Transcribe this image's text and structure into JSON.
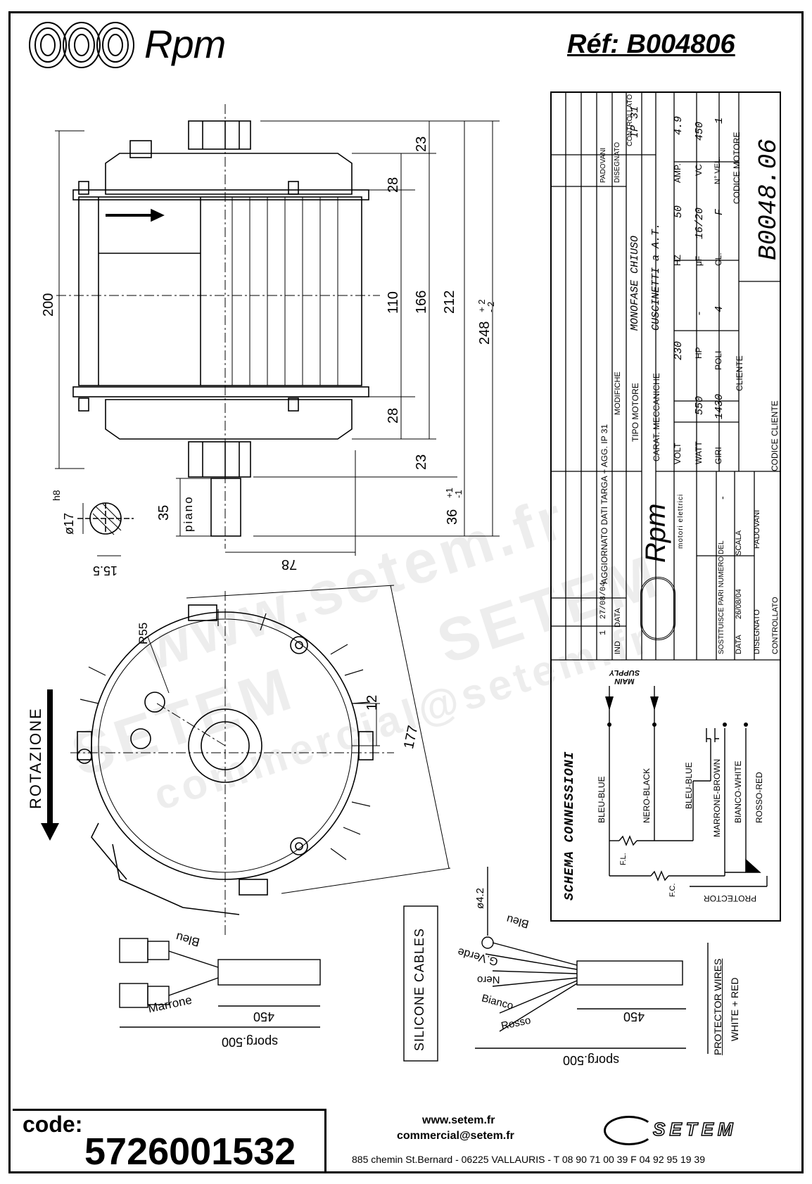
{
  "header": {
    "brand": "Rpm",
    "reference": "Réf:  B004806"
  },
  "dimensions": {
    "d23_top": "23",
    "d28_top": "28",
    "d110": "110",
    "d166": "166",
    "d212": "212",
    "d248": "248",
    "d248_tol": "+ 2\n- 2",
    "d28_bot": "28",
    "d23_bot": "23",
    "d200": "200",
    "d36": "36",
    "d36_tol": "+1\n-1",
    "d35": "35",
    "piano": "piano",
    "d78": "78",
    "shaft_dia": "ø17",
    "shaft_tol": "h8",
    "d15_5": "15.5",
    "r55": "R55",
    "d12": "12",
    "d177": "177",
    "rotazione": "ROTAZIONE"
  },
  "title_block": {
    "rev_no": "1",
    "rev_date": "27/08/04",
    "rev_desc": "AGGIORNATO DATI TARGA + AGG. IP 31",
    "col_ind": "IND",
    "col_data": "DATA",
    "col_modifiche": "MODIFICHE",
    "padovani": "PADOVANI",
    "disegnato": "DISEGNATO",
    "controllato": "CONTROLLATO",
    "tipo_motore_lbl": "TIPO MOTORE",
    "tipo_motore_val": "MONOFASE CHIUSO",
    "ip": "IP 31",
    "carat_lbl": "CARAT. MECCANICHE",
    "carat_val": "CUSCINETTI a A.T.",
    "volt_lbl": "VOLT",
    "volt_val": "230",
    "hz_lbl": "HZ",
    "hz_val": "50",
    "amp_lbl": "AMP.",
    "amp_val": "4.9",
    "watt_lbl": "WATT",
    "watt_val": "550",
    "hp_lbl": "HP",
    "hp_val": "-",
    "uf_lbl": "μF",
    "uf_val": "16/20",
    "vc_lbl": "VC",
    "vc_val": "450",
    "giri_lbl": "GIRI",
    "giri_val": "1430",
    "poli_lbl": "POLI",
    "poli_val": "4",
    "cl_lbl": "CL.",
    "cl_val": "F",
    "nvel_lbl": "N° VEL.",
    "nvel_val": "1",
    "cliente_lbl": "CLIENTE",
    "codice_motore_lbl": "CODICE MOTORE",
    "codice_motore_val": "B0048.06",
    "codice_cliente_lbl": "CODICE CLIENTE",
    "logo_brand": "Rpm",
    "logo_sub": "motori elettrici",
    "sostituisce": "SOSTITUISCE PARI NUMERO DEL",
    "sostituisce_val": "-",
    "data_lbl": "DATA",
    "data_val": "26/08/04",
    "scala_lbl": "SCALA",
    "dis_lbl": "DISEGNATO",
    "dis_val": "PADOVANI",
    "ctrl_lbl": "CONTROLLATO"
  },
  "schema": {
    "title": "SCHEMA CONNESSIONI",
    "main_supply": "MAIN\nSUPPLY",
    "w1": "BLEU-BLUE",
    "w2": "NERO-BLACK",
    "w3": "BLEU-BLUE",
    "w4": "MARRONE-BROWN",
    "w5": "BIANCO-WHITE",
    "w6": "ROSSO-RED",
    "fl": "F.L.",
    "fc": "F.C.",
    "protector": "PROTECTOR"
  },
  "cables": {
    "left_bleu": "Bleu",
    "left_marrone": "Marrone",
    "left_450": "450",
    "left_sporg": "sporg.500",
    "silicone": "SILICONE CABLES",
    "dia42": "ø4.2",
    "r_bleu": "Bleu",
    "r_gverde": "G.Verde",
    "r_nero": "Nero",
    "r_bianco": "Bianco",
    "r_rosso": "Rosso",
    "r_450": "450",
    "r_sporg": "sporg.500",
    "protector_wires": "PROTECTOR WIRES",
    "white_red": "WHITE + RED"
  },
  "footer": {
    "code_label": "code:",
    "code_value": "5726001532",
    "web": "www.setem.fr",
    "email": "commercial@setem.fr",
    "address": "885 chemin St.Bernard  -  06225 VALLAURIS  -  T 08 90 71 00 39   F 04 92 95 19 39",
    "setem_logo": "SETEM"
  },
  "watermark": {
    "line1": "www.setem.fr",
    "line2": "SETEM",
    "line3": "commercial@setem.fr",
    "line4": "SETEM"
  }
}
